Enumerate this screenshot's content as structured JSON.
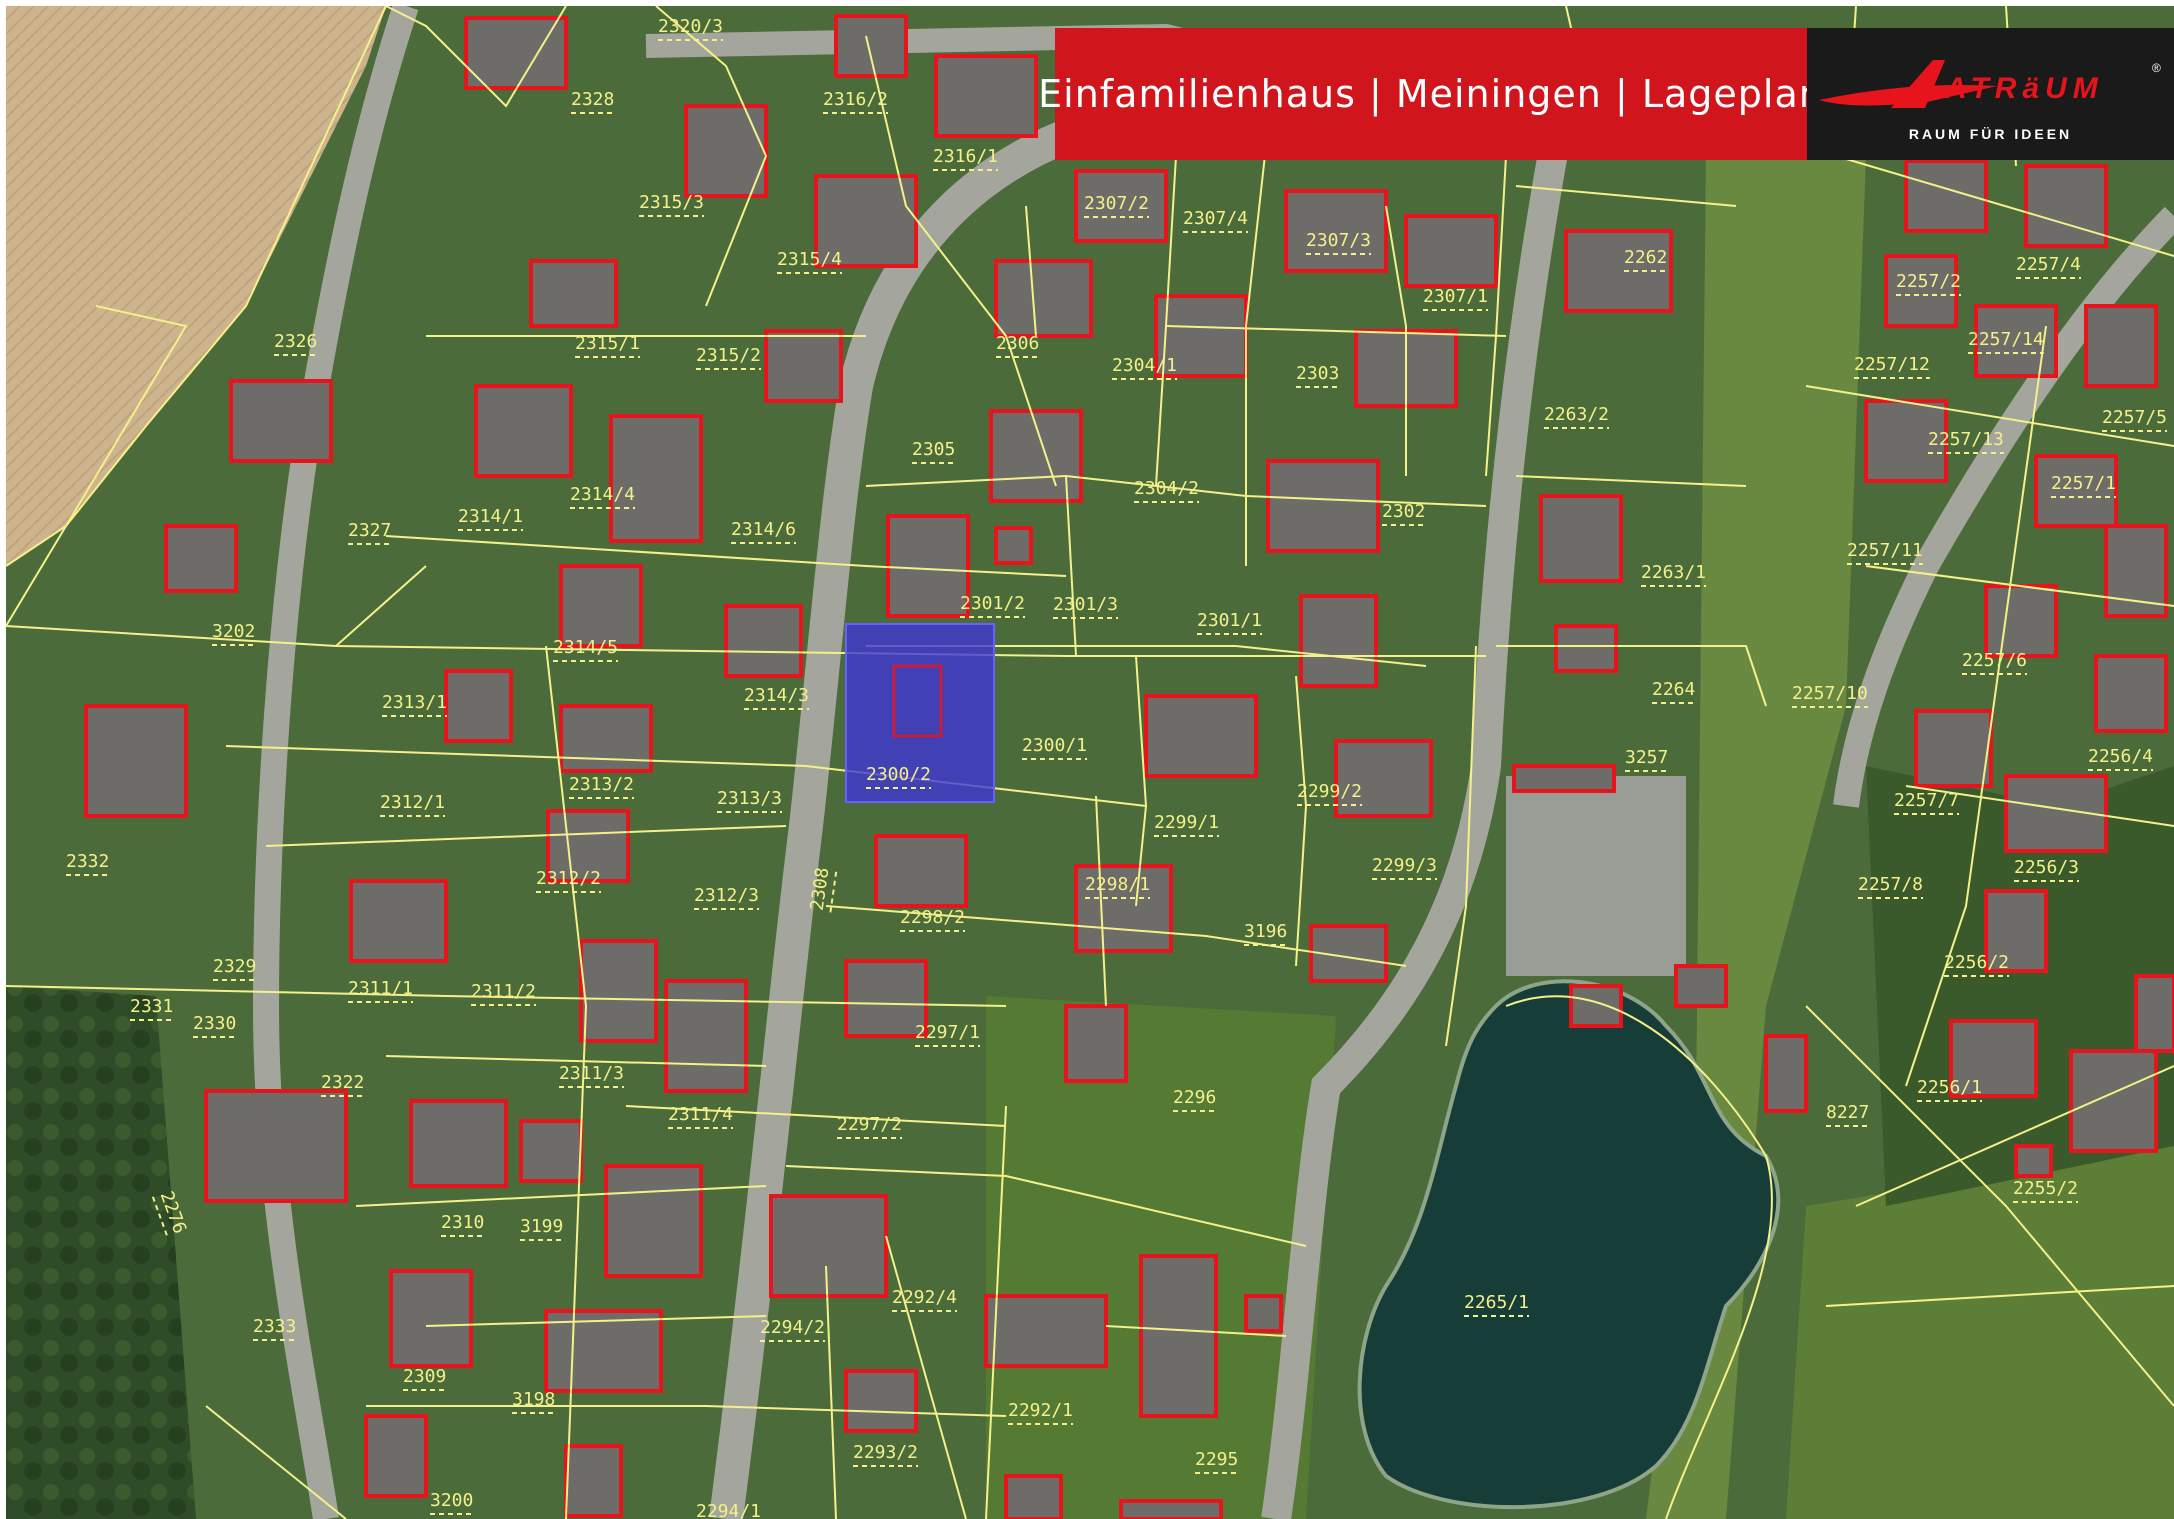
{
  "header": {
    "title": "Einfamilienhaus | Meiningen | Lageplan",
    "logo_text": "ATRäUM",
    "logo_registered": "®",
    "logo_tagline": "RAUM FÜR IDEEN"
  },
  "colors": {
    "banner": "#d0151d",
    "logo_background": "#1b1a1a",
    "parcel_line": "#f4f08a",
    "building_outline": "#e8141c",
    "highlight": "#3f33d9",
    "water": "#173d38"
  },
  "map": {
    "highlighted_parcel": "2300/2",
    "parcel_labels": [
      "2320/3",
      "2328",
      "2316/2",
      "2316/1",
      "2315/3",
      "2315/4",
      "2307/2",
      "2307/4",
      "2307/3",
      "2307/1",
      "2262",
      "2257/4",
      "2257/2",
      "2257/14",
      "2257/12",
      "2257/5",
      "2326",
      "2315/1",
      "2315/2",
      "2306",
      "2304/1",
      "2303",
      "2263/2",
      "2257/13",
      "2314/4",
      "2314/1",
      "2327",
      "2305",
      "2304/2",
      "2302",
      "2257/1",
      "2314/6",
      "2301/2",
      "2301/3",
      "2301/1",
      "2263/1",
      "2257/11",
      "2257/6",
      "3202",
      "2314/5",
      "2314/3",
      "2300/2",
      "2300/1",
      "2264",
      "2257/10",
      "2313/1",
      "2313/2",
      "2313/3",
      "2299/2",
      "3257",
      "2256/4",
      "2312/1",
      "2299/1",
      "2257/7",
      "2332",
      "2312/2",
      "2312/3",
      "2308",
      "2299/3",
      "2298/1",
      "2257/8",
      "2256/3",
      "2298/2",
      "3196",
      "2329",
      "2311/1",
      "2311/2",
      "2297/1",
      "2256/2",
      "2331",
      "2330",
      "2322",
      "2311/3",
      "2296",
      "2256/1",
      "2311/4",
      "2297/2",
      "8227",
      "2276",
      "2310",
      "3199",
      "2255/2",
      "2292/4",
      "2265/1",
      "2333",
      "2294/2",
      "2309",
      "3198",
      "2292/1",
      "2293/2",
      "2295",
      "3200",
      "2294/1"
    ]
  }
}
